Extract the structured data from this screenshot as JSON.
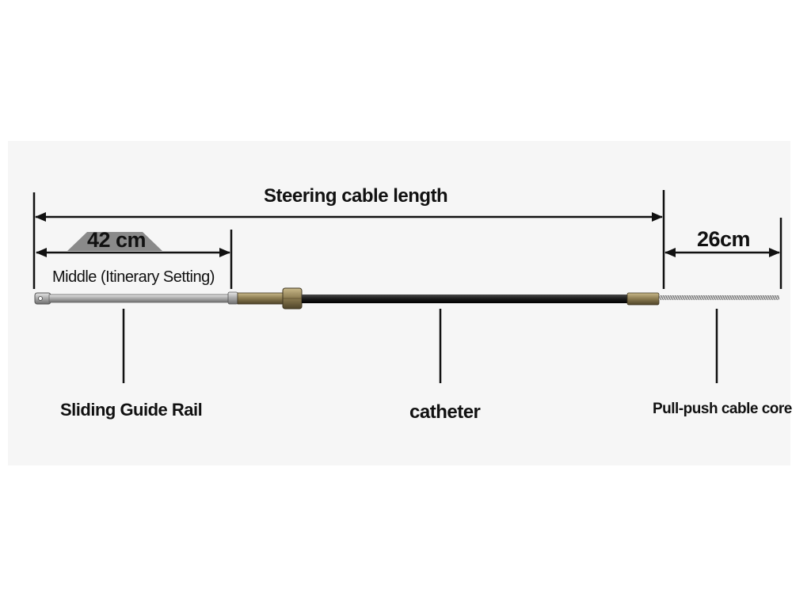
{
  "diagram": {
    "dimensions": {
      "total_length_label": "Steering cable length",
      "stroke_label": "42 cm",
      "stroke_note": "Middle (Itinerary Setting)",
      "core_extension_label": "26cm"
    },
    "parts": {
      "rail_label": "Sliding Guide Rail",
      "catheter_label": "catheter",
      "core_label": "Pull-push cable core"
    },
    "colors": {
      "panel": "#f6f6f6",
      "line": "#111111",
      "catheter": "#1c1c1c",
      "brass": "#8a7a50",
      "rod": "#b9b9b9"
    }
  }
}
